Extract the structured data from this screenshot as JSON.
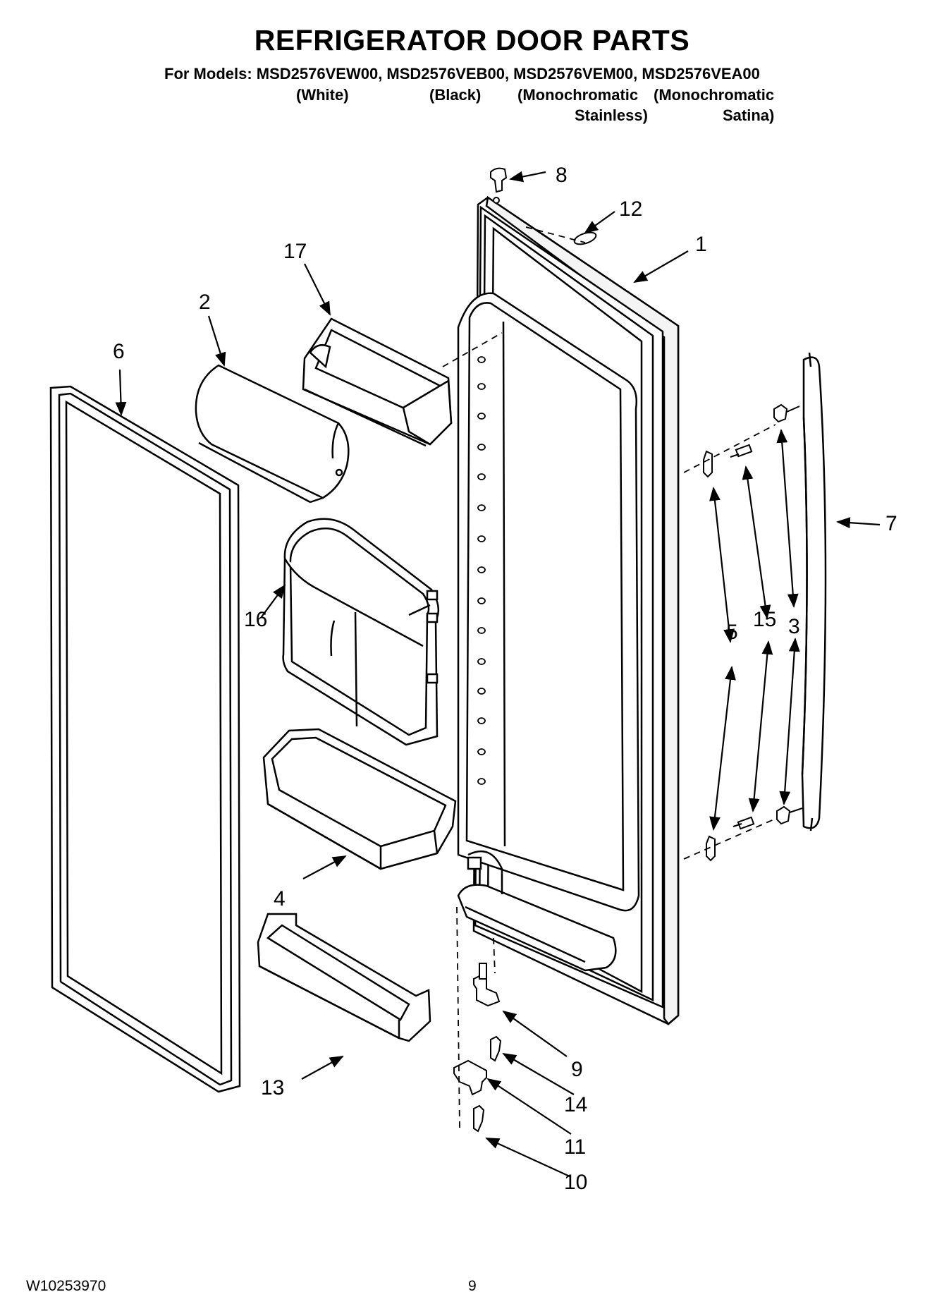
{
  "header": {
    "title": "REFRIGERATOR DOOR PARTS",
    "models_line": "For Models: MSD2576VEW00, MSD2576VEB00, MSD2576VEM00, MSD2576VEA00",
    "variants": {
      "white": "(White)",
      "black": "(Black)",
      "mono_stainless_1": "(Monochromatic",
      "mono_stainless_2": "Stainless)",
      "mono_satina_1": "(Monochromatic",
      "mono_satina_2": "Satina)"
    }
  },
  "callouts": {
    "c1": "1",
    "c2": "2",
    "c3": "3",
    "c4": "4",
    "c5": "5",
    "c6": "6",
    "c7": "7",
    "c8": "8",
    "c9": "9",
    "c10": "10",
    "c11": "11",
    "c12": "12",
    "c13": "13",
    "c14": "14",
    "c15": "15",
    "c16": "16",
    "c17": "17"
  },
  "footer": {
    "doc_number": "W10253970",
    "page_number": "9"
  }
}
